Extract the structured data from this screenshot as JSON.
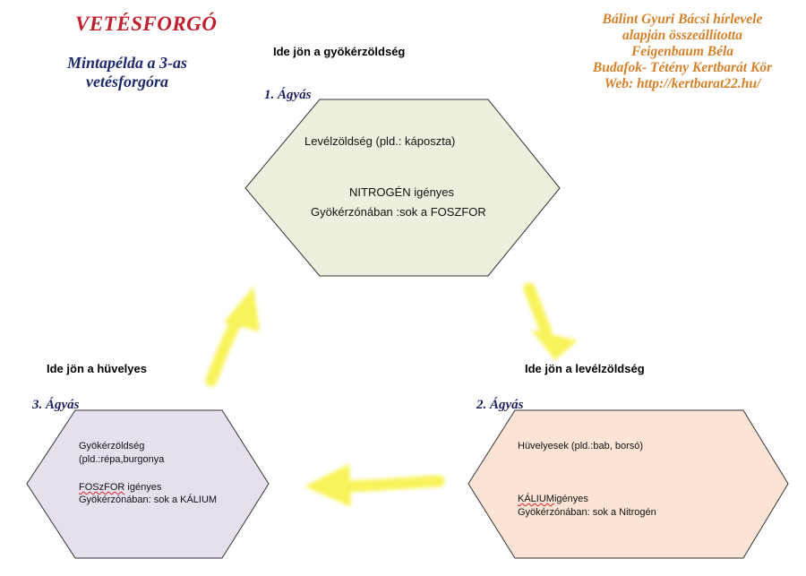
{
  "header": {
    "title": "VETÉSFORGÓ",
    "subtitle_lines": [
      "Mintapélda a 3-as",
      "vetésforgóra"
    ],
    "credit_lines": [
      "Bálint Gyuri Bácsi hírlevele",
      "alapján összeállította",
      "Feigenbaum Béla",
      "Budafok- Tétény Kertbarát Kör",
      "Web:  http://kertbarat22.hu/"
    ]
  },
  "beds": [
    {
      "label": "1. Ágyás",
      "note": "Ide jön a gyökérzöldség",
      "line1": "Levélzöldség (pld.: káposzta)",
      "line2": "NITROGÉN igényes",
      "line3": "Gyökérzónában :sok a FOSZFOR",
      "fill": "#ebf1de"
    },
    {
      "label": "2. Ágyás",
      "note": "Ide jön a levélzöldség",
      "line1": "Hüvelyesek (pld.:bab, borsó)",
      "line2_word": "KÁLIUM",
      "line2_rest": "igényes",
      "line3": "Gyökérzónában: sok a Nitrogén",
      "fill": "#fbe3d5"
    },
    {
      "label": "3. Ágyás",
      "note": "Ide jön a hüvelyes",
      "line1a": "Gyökérzöldség",
      "line1b": "(pld.:répa,burgonya",
      "line2_word": "FOSzFOR",
      "line2_rest": " igényes",
      "line3": "Gyökérzónában: sok a KÁLIUM",
      "fill": "#e5e0ec"
    }
  ],
  "colors": {
    "title": "#c0202e",
    "subtitle": "#1f2a6b",
    "credits": "#d4812a",
    "arrow": "#f7f24a",
    "hex_stroke": "#333333"
  }
}
